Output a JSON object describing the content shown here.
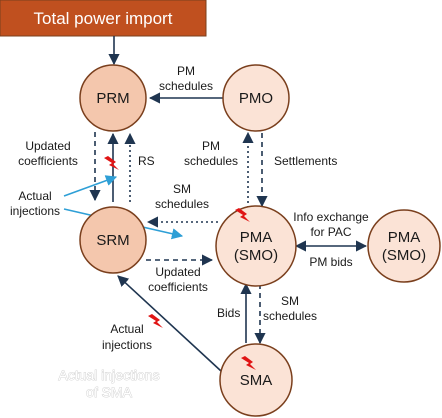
{
  "banner": {
    "text": "Total power import",
    "color": "#c0501f"
  },
  "nodes": {
    "prm": {
      "label": "PRM"
    },
    "pmo": {
      "label": "PMO"
    },
    "srm": {
      "label": "SRM"
    },
    "pma_center": {
      "label1": "PMA",
      "label2": "(SMO)"
    },
    "pma_right": {
      "label1": "PMA",
      "label2": "(SMO)"
    },
    "sma": {
      "label": "SMA"
    }
  },
  "edges": {
    "pm_schedules_top": [
      "PM",
      "schedules"
    ],
    "updated_coefficients_left": [
      "Updated",
      "coefficients"
    ],
    "rs": [
      "RS"
    ],
    "pm_schedules_mid": [
      "PM",
      "schedules"
    ],
    "settlements": [
      "Settlements"
    ],
    "actual_injections_left": [
      "Actual",
      "injections"
    ],
    "sm_schedules_upper": [
      "SM",
      "schedules"
    ],
    "info_exchange": [
      "Info exchange",
      "for PAC"
    ],
    "pm_bids": [
      "PM bids"
    ],
    "updated_coefficients_bottom": [
      "Updated",
      "coefficients"
    ],
    "bids": [
      "Bids"
    ],
    "sm_schedules_lower": [
      "SM",
      "schedules"
    ],
    "actual_injections_bottom": [
      "Actual",
      "injections"
    ],
    "actual_injections_sma": [
      "Actual injections",
      "of SMA"
    ]
  },
  "colors": {
    "node_fill_dark": "#f4c7ad",
    "node_fill_light": "#fbe3d6",
    "node_stroke": "#7a3f1d",
    "edge_color": "#1f3550",
    "highlight_arrow": "#2e9fd6",
    "lightning": "#e01414"
  }
}
